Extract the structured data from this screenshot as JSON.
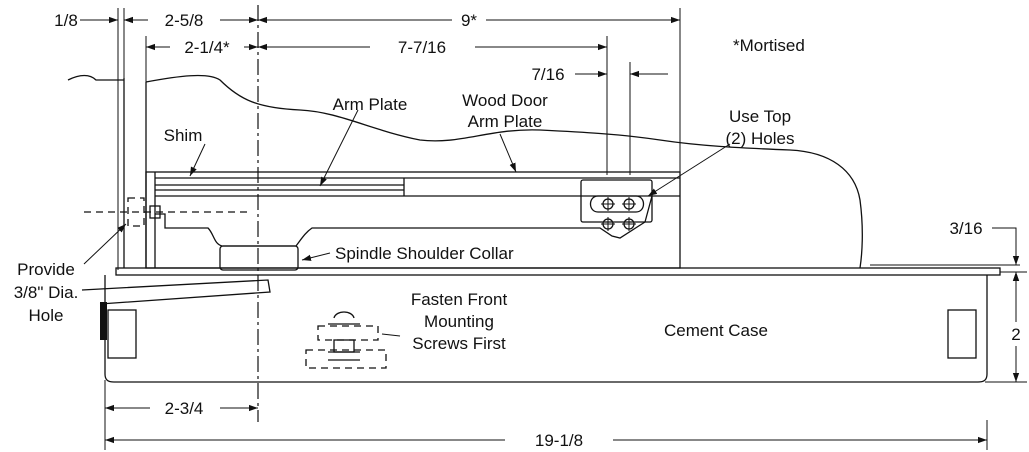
{
  "dimensions": {
    "d_1_8": "1/8",
    "d_2_5_8": "2-5/8",
    "d_9": "9*",
    "d_2_1_4": "2-1/4*",
    "d_7_7_16": "7-7/16",
    "d_7_16": "7/16",
    "d_3_16": "3/16",
    "d_2": "2",
    "d_2_3_4": "2-3/4",
    "d_19_1_8": "19-1/8"
  },
  "notes": {
    "mortised": "*Mortised"
  },
  "labels": {
    "arm_plate": "Arm Plate",
    "wood_door_1": "Wood Door",
    "wood_door_2": "Arm Plate",
    "use_top_1": "Use Top",
    "use_top_2": "(2) Holes",
    "shim": "Shim",
    "spindle_collar": "Spindle Shoulder Collar",
    "provide_1": "Provide",
    "provide_2": "3/8\" Dia.",
    "provide_3": "Hole",
    "fasten_1": "Fasten Front",
    "fasten_2": "Mounting",
    "fasten_3": "Screws First",
    "cement_case": "Cement Case"
  }
}
